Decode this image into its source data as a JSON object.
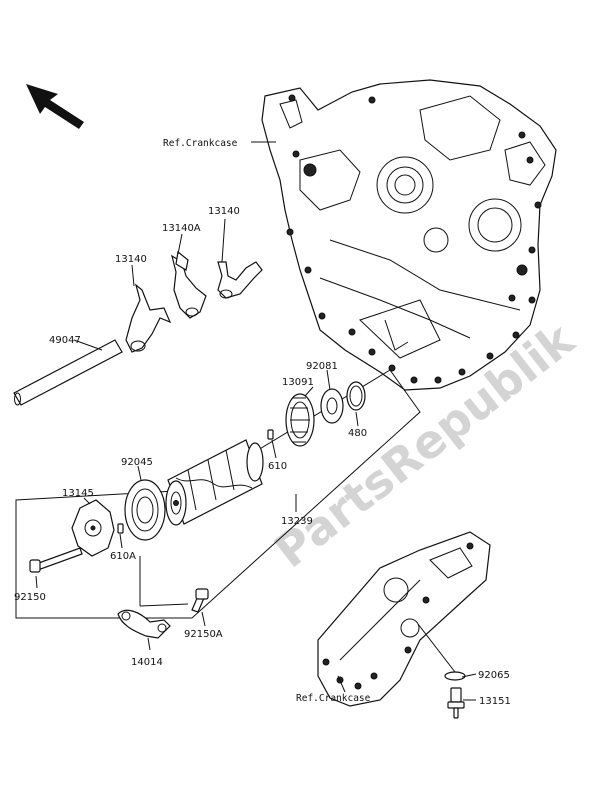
{
  "watermark": "PartsRepublik",
  "references": {
    "crankcase_top": "Ref.Crankcase",
    "crankcase_bottom": "Ref.Crankcase"
  },
  "parts": {
    "p13140a": "13140",
    "p13140b": "13140A",
    "p13140c": "13140",
    "p49047": "49047",
    "p92081": "92081",
    "p13091": "13091",
    "p480": "480",
    "p610": "610",
    "p92045": "92045",
    "p13145": "13145",
    "p13239": "13239",
    "p610a": "610A",
    "p92150": "92150",
    "p92150a": "92150A",
    "p14014": "14014",
    "p92065": "92065",
    "p13151": "13151"
  }
}
